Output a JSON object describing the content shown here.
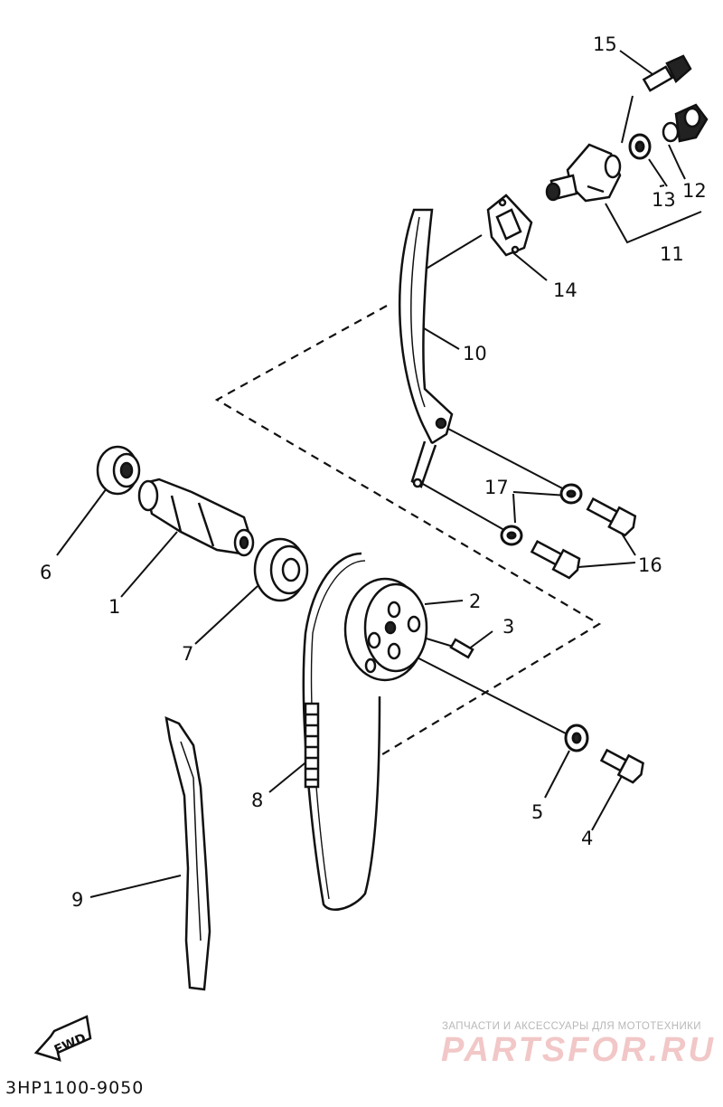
{
  "labels": [
    "1",
    "2",
    "3",
    "4",
    "5",
    "6",
    "7",
    "8",
    "9",
    "10",
    "11",
    "12",
    "13",
    "14",
    "15",
    "16",
    "17"
  ],
  "fwd_text": "FWD",
  "diagram_code": "3HP1100-9050",
  "watermark": {
    "tagline": "ЗАПЧАСТИ И АКСЕССУАРЫ ДЛЯ МОТОТЕХНИКИ",
    "logo": "PARTSFOR.RU"
  }
}
